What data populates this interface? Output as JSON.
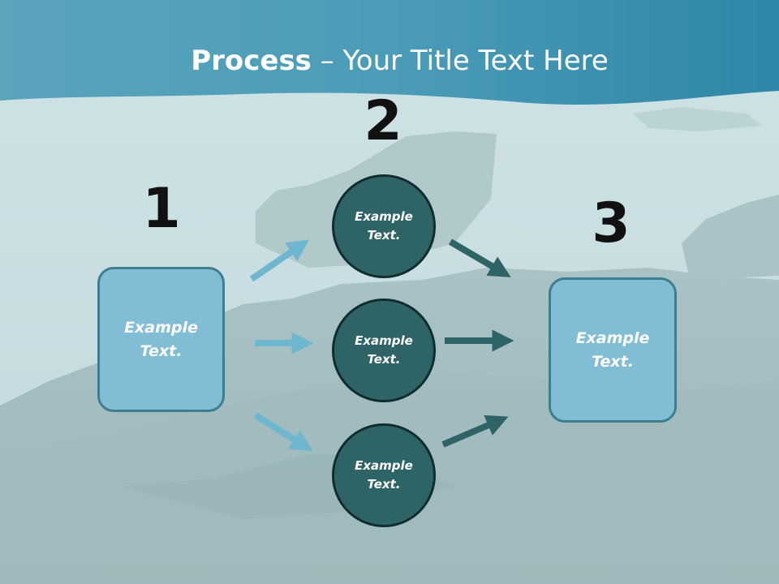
{
  "title": {
    "bold": "Process",
    "rest": " – Your Title Text Here"
  },
  "steps": [
    {
      "number": "1"
    },
    {
      "number": "2"
    },
    {
      "number": "3"
    }
  ],
  "left_box": {
    "line1": "Example",
    "line2": "Text."
  },
  "right_box": {
    "line1": "Example",
    "line2": "Text."
  },
  "circles": [
    {
      "line1": "Example",
      "line2": "Text."
    },
    {
      "line1": "Example",
      "line2": "Text."
    },
    {
      "line1": "Example",
      "line2": "Text."
    }
  ],
  "colors": {
    "header_band": "#3f93ad",
    "box_fill": "#82bdd6",
    "box_border": "#3d7e90",
    "circle_fill": "#2f6467",
    "circle_border": "#0f2d2f",
    "arrow_light": "#6fb6cf",
    "arrow_dark": "#2f6467"
  }
}
